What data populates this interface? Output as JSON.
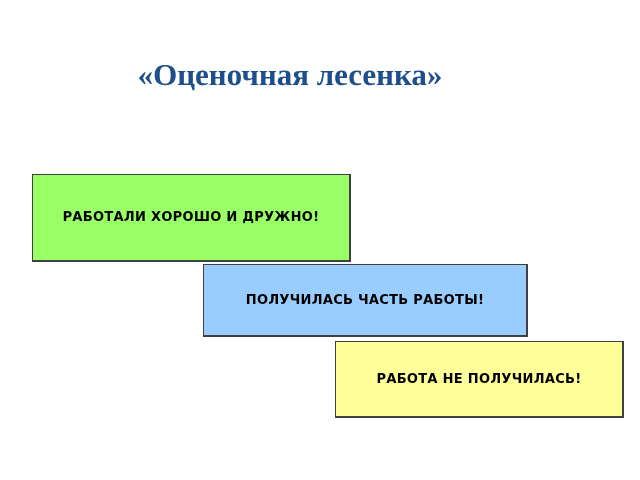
{
  "slide": {
    "title": "«Оценочная лесенка»",
    "title_color": "#1f4e8c",
    "steps": [
      {
        "label": "РАБОТАЛИ ХОРОШО И ДРУЖНО!",
        "color": "#99ff66"
      },
      {
        "label": "ПОЛУЧИЛАСЬ ЧАСТЬ РАБОТЫ!",
        "color": "#99ccff"
      },
      {
        "label": "РАБОТА НЕ ПОЛУЧИЛАСЬ!",
        "color": "#ffff99"
      }
    ]
  }
}
